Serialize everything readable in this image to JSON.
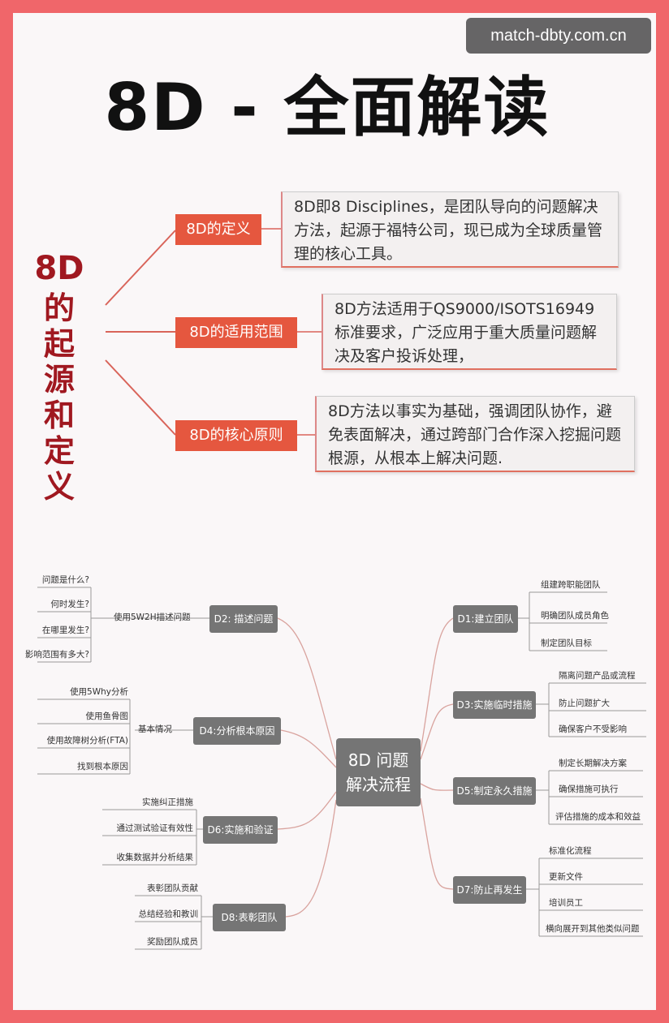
{
  "watermark": "match-dbty.com.cn",
  "title": "8D - 全面解读",
  "side_title": {
    "top": "8D",
    "chars": "的起源和定义"
  },
  "sections": [
    {
      "tag": "8D的定义",
      "text": "8D即8 Disciplines，是团队导向的问题解决方法，起源于福特公司，现已成为全球质量管理的核心工具。"
    },
    {
      "tag": "8D的适用范围",
      "text": "8D方法适用于QS9000/ISOTS16949标准要求，广泛应用于重大质量问题解决及客户投诉处理，"
    },
    {
      "tag": "8D的核心原则",
      "text": "8D方法以事实为基础，强调团队协作，避免表面解决，通过跨部门合作深入挖掘问题根源，从根本上解决问题."
    }
  ],
  "mindmap": {
    "center": {
      "line1": "8D 问题",
      "line2": "解决流程"
    },
    "d2": {
      "label": "D2: 描述问题",
      "branch": "使用5W2H描述问题",
      "items": [
        "问题是什么?",
        "何时发生?",
        "在哪里发生?",
        "影响范围有多大?"
      ]
    },
    "d4": {
      "label": "D4:分析根本原因",
      "branch": "基本情况",
      "items": [
        "使用5Why分析",
        "使用鱼骨图",
        "使用故障树分析(FTA)",
        "找到根本原因"
      ]
    },
    "d6": {
      "label": "D6:实施和验证",
      "items": [
        "实施纠正措施",
        "通过测试验证有效性",
        "收集数据并分析结果"
      ]
    },
    "d8": {
      "label": "D8:表彰团队",
      "items": [
        "表彰团队贡献",
        "总结经验和教训",
        "奖励团队成员"
      ]
    },
    "d1": {
      "label": "D1:建立团队",
      "items": [
        "组建跨职能团队",
        "明确团队成员角色",
        "制定团队目标"
      ]
    },
    "d3": {
      "label": "D3:实施临时措施",
      "items": [
        "隔离问题产品或流程",
        "防止问题扩大",
        "确保客户不受影响"
      ]
    },
    "d5": {
      "label": "D5:制定永久措施",
      "items": [
        "制定长期解决方案",
        "确保措施可执行",
        "评估措施的成本和效益"
      ]
    },
    "d7": {
      "label": "D7:防止再发生",
      "items": [
        "标准化流程",
        "更新文件",
        "培训员工",
        "横向展开到其他类似问题"
      ]
    }
  }
}
